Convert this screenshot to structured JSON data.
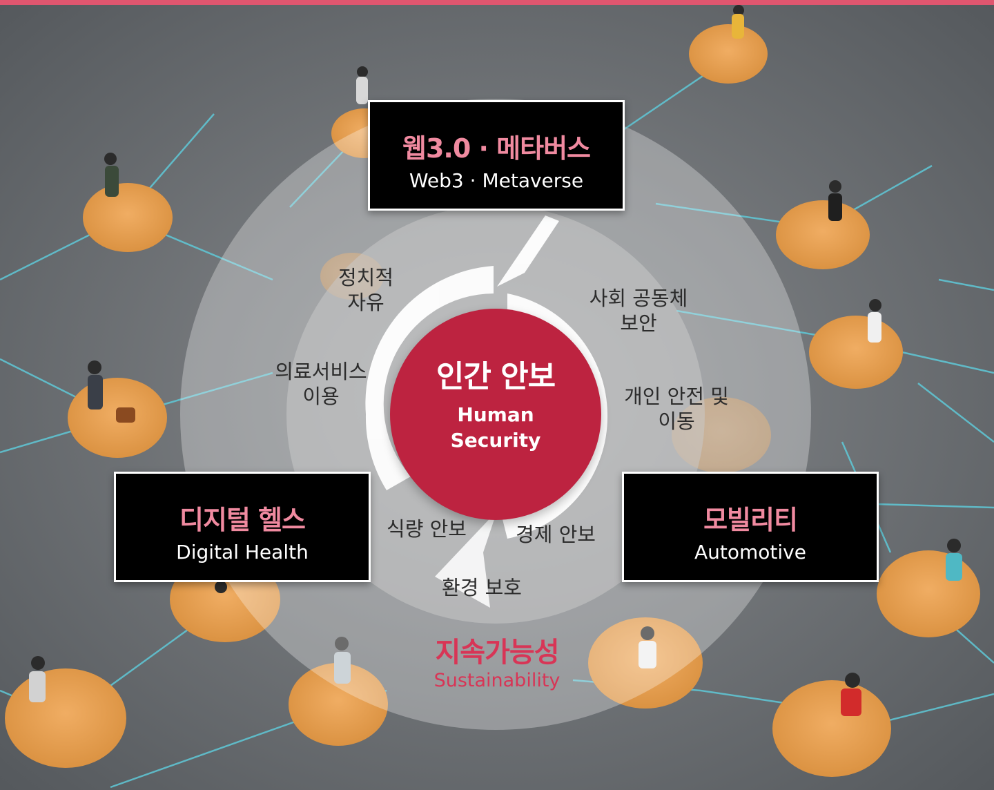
{
  "center": {
    "title_ko": "인간 안보",
    "title_en_line1": "Human",
    "title_en_line2": "Security"
  },
  "boxes": {
    "web3": {
      "ko": "웹3.0 · 메타버스",
      "en": "Web3 · Metaverse"
    },
    "health": {
      "ko": "디지털 헬스",
      "en": "Digital Health"
    },
    "mobility": {
      "ko": "모빌리티",
      "en": "Automotive"
    }
  },
  "labels": {
    "political_freedom": [
      "정치적",
      "자유"
    ],
    "community_security": [
      "사회 공동체",
      "보안"
    ],
    "medical_service": [
      "의료서비스",
      "이용"
    ],
    "personal_safety": [
      "개인 안전 및",
      "이동"
    ],
    "food_security": "식량 안보",
    "economic_security": "경제 안보",
    "environment": "환경 보호"
  },
  "sustainability": {
    "ko": "지속가능성",
    "en": "Sustainability"
  },
  "colors": {
    "accent": "#bd2340",
    "pink_title": "#f08aa0",
    "sustain": "#d83556",
    "disc": "#e9a25a",
    "line": "#5fc9d8"
  }
}
